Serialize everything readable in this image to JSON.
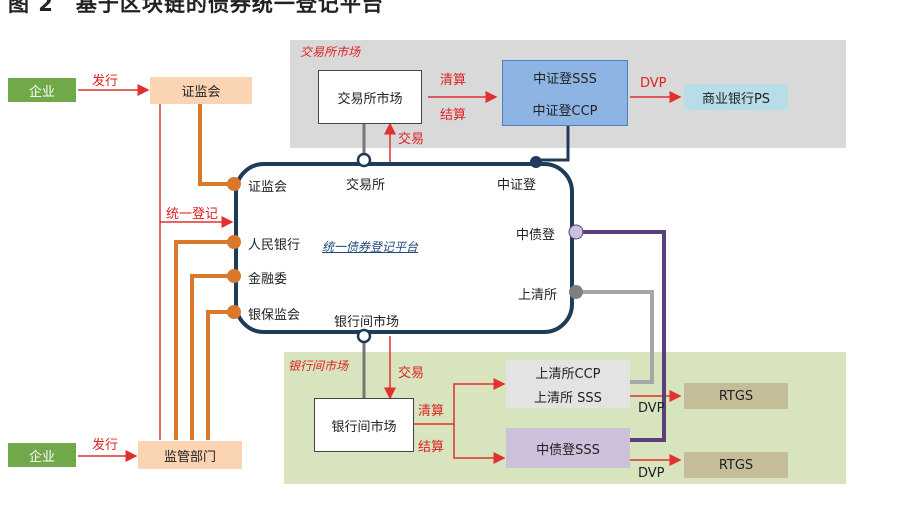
{
  "title": "图 2　基于区块链的债券统一登记平台",
  "zones": {
    "exchange": "交易所市场",
    "interbank": "银行间市场"
  },
  "boxes": {
    "enterprise_top": "企业",
    "csrc": "证监会",
    "exchange_market": "交易所市场",
    "csdc_sss": "中证登SSS",
    "csdc_ccp": "中证登CCP",
    "commercial_bank_ps": "商业银行PS",
    "enterprise_bottom": "企业",
    "regulators": "监管部门",
    "interbank_market": "银行间市场",
    "shch_ccp": "上清所CCP",
    "shch_sss": "上清所 SSS",
    "ccdc_sss": "中债登SSS",
    "rtgs_top": "RTGS",
    "rtgs_bottom": "RTGS"
  },
  "platform": {
    "name": "统一债券登记平台",
    "nodes": {
      "csrc": "证监会",
      "pboc": "人民银行",
      "fsdc": "金融委",
      "cbirc": "银保监会",
      "exchange": "交易所",
      "csdc": "中证登",
      "ccdc": "中债登",
      "shch": "上清所",
      "interbank": "银行间市场"
    }
  },
  "arrow_labels": {
    "issue_top": "发行",
    "issue_bottom": "发行",
    "unified_registration": "统一登记",
    "trade_top": "交易",
    "trade_bottom": "交易",
    "clearing_top": "清算",
    "settlement_top": "结算",
    "clearing_bottom": "清算",
    "settlement_bottom": "结算",
    "dvp_top": "DVP",
    "dvp_mid": "DVP",
    "dvp_bottom": "DVP"
  },
  "colors": {
    "orange": "#d9782a",
    "navy": "#1f3b5a",
    "purple": "#5b3f7a",
    "gray": "#a6a6a6",
    "red": "#e03030"
  }
}
